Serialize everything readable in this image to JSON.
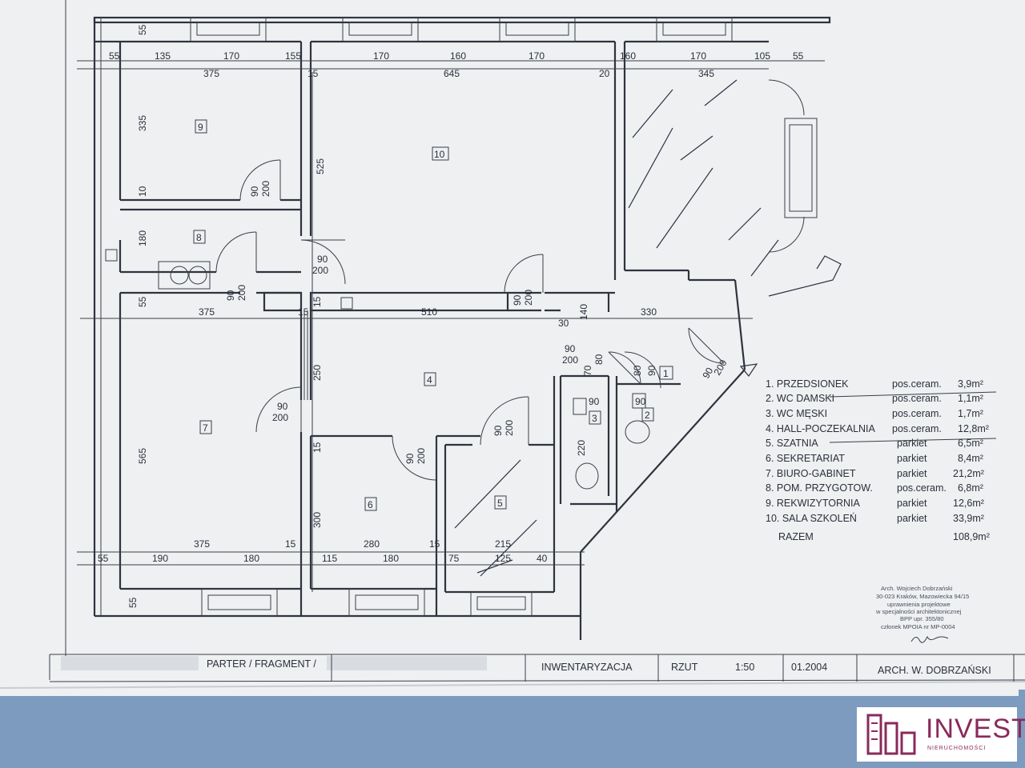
{
  "dims": {
    "top_row1": [
      "55",
      "135",
      "170",
      "155",
      "170",
      "160",
      "170",
      "160",
      "170",
      "105",
      "55"
    ],
    "top_row2": [
      "375",
      "15",
      "645",
      "20",
      "345"
    ],
    "left_col": [
      "55",
      "335",
      "10",
      "180",
      "55",
      "565",
      "55"
    ],
    "mid": [
      "375",
      "15",
      "510",
      "330",
      "30",
      "140",
      "90",
      "200",
      "80",
      "70",
      "90",
      "90",
      "80",
      "90",
      "525",
      "250",
      "300",
      "220",
      "15",
      "15"
    ],
    "bottom_row1": [
      "375",
      "15",
      "280",
      "15",
      "215"
    ],
    "bottom_row2": [
      "55",
      "190",
      "180",
      "115",
      "180",
      "75",
      "125",
      "40"
    ],
    "doors": [
      "90",
      "200"
    ]
  },
  "rooms": [
    "1",
    "2",
    "3",
    "4",
    "5",
    "6",
    "7",
    "8",
    "9",
    "10"
  ],
  "legend": {
    "rows": [
      {
        "name": "1. PRZEDSIONEK",
        "finish": "pos.ceram.",
        "area": "3,9m²"
      },
      {
        "name": "2. WC DAMSKI",
        "finish": "pos.ceram.",
        "area": "1,1m²"
      },
      {
        "name": "3. WC MĘSKI",
        "finish": "pos.ceram.",
        "area": "1,7m²"
      },
      {
        "name": "4. HALL-POCZEKALNIA",
        "finish": "pos.ceram.",
        "area": "12,8m²"
      },
      {
        "name": "5. SZATNIA",
        "finish": "parkiet",
        "area": "6,5m²"
      },
      {
        "name": "6. SEKRETARIAT",
        "finish": "parkiet",
        "area": "8,4m²"
      },
      {
        "name": "7. BIURO-GABINET",
        "finish": "parkiet",
        "area": "21,2m²"
      },
      {
        "name": "8. POM. PRZYGOTOW.",
        "finish": "pos.ceram.",
        "area": "6,8m²"
      },
      {
        "name": "9. REKWIZYTORNIA",
        "finish": "parkiet",
        "area": "12,6m²"
      },
      {
        "name": "10. SALA SZKOLEŃ",
        "finish": "parkiet",
        "area": "33,9m²"
      }
    ],
    "total_label": "RAZEM",
    "total_area": "108,9m²"
  },
  "stamp": {
    "lines": [
      "Arch. Wojciech Dobrzański",
      "30-023 Kraków, Mazowiecka 94/15",
      "uprawnienia projektowe",
      "w specjalności architektonicznej",
      "BPP upr. 355/80",
      "członek MPOIA nr MP-0004"
    ]
  },
  "title_block": {
    "level": "PARTER / FRAGMENT /",
    "type": "INWENTARYZACJA",
    "view": "RZUT",
    "scale": "1:50",
    "date": "01.2004",
    "author": "ARCH. W. DOBRZAŃSKI"
  },
  "logo": {
    "word": "INVEST",
    "sub": "NIERUCHOMOŚCI",
    "color": "#8a2a5b"
  },
  "colors": {
    "paper": "#eef0f2",
    "background": "#7c9bbf",
    "ink": "#2b2f3a"
  }
}
